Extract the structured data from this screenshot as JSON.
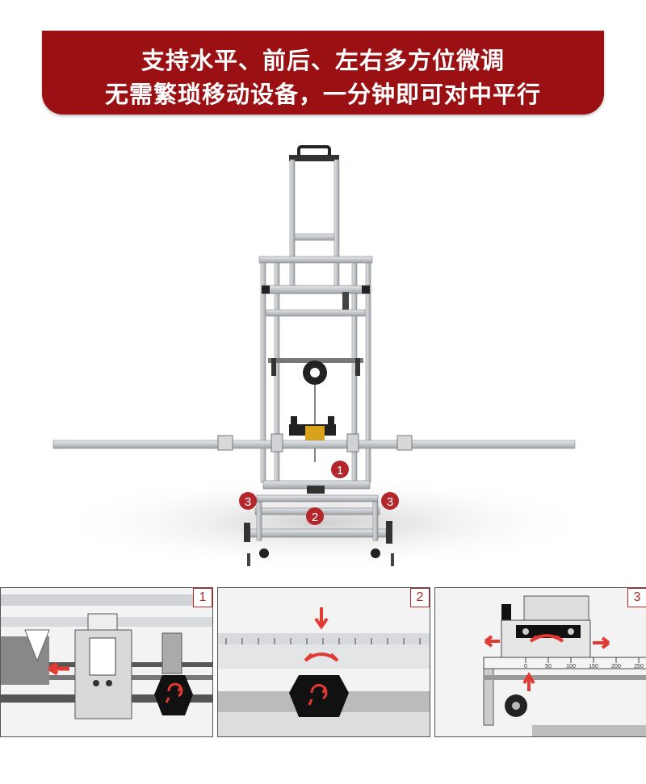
{
  "banner": {
    "line1": "支持水平、前后、左右多方位微调",
    "line2": "无需繁琐移动设备，一分钟即可对中平行"
  },
  "markers": {
    "m1": "1",
    "m2": "2",
    "m3": "3"
  },
  "details": [
    {
      "tag": "1"
    },
    {
      "tag": "2"
    },
    {
      "tag": "3",
      "scale": [
        "0",
        "50",
        "100",
        "150",
        "200",
        "250"
      ]
    }
  ],
  "colors": {
    "banner": "#9a1013",
    "marker": "#b3262b",
    "arrow": "#e23a32",
    "frame": "#c9cdd2"
  }
}
